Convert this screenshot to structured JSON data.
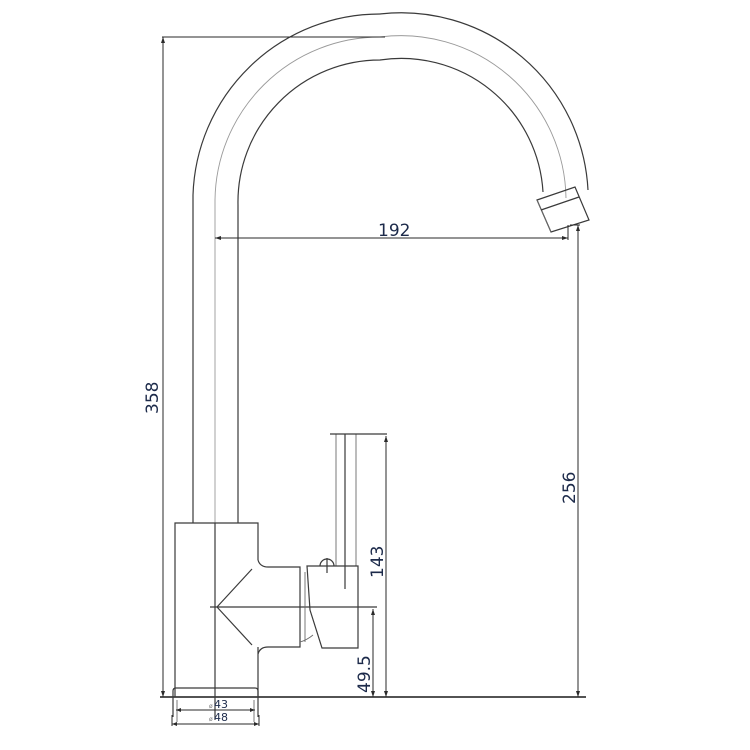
{
  "drawing": {
    "subject": "Kitchen faucet side elevation",
    "units": "mm",
    "colors": {
      "line": "#3a3a3a",
      "dimension_text": "#1c2a4a",
      "background": "#ffffff"
    }
  },
  "dimensions": {
    "total_height": "358",
    "spout_reach": "192",
    "spout_outlet_height": "256",
    "handle_height": "143",
    "handle_axis_height": "49.5",
    "base_inner_diameter": "43",
    "base_outer_diameter": "48",
    "diameter_symbol": "ø"
  }
}
